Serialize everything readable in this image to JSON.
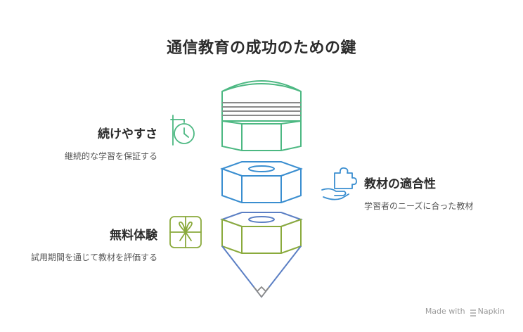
{
  "title": "通信教育の成功のための鍵",
  "blocks": [
    {
      "title": "続けやすさ",
      "desc": "継続的な学習を保証する",
      "icon": "clock-sign-icon",
      "color": "#4cb882"
    },
    {
      "title": "教材の適合性",
      "desc": "学習者のニーズに合った教材",
      "icon": "puzzle-hand-icon",
      "color": "#3a8ed0"
    },
    {
      "title": "無料体験",
      "desc": "試用期間を通じて教材を評価する",
      "icon": "gift-box-icon",
      "color": "#8aaa3c"
    }
  ],
  "footer": {
    "made_with": "Made with",
    "brand": "Napkin"
  },
  "colors": {
    "green": "#4cb882",
    "blue": "#3a8ed0",
    "olive": "#8aaa3c",
    "pencil_line": "#5b7fc4",
    "text": "#2b2b2b"
  }
}
